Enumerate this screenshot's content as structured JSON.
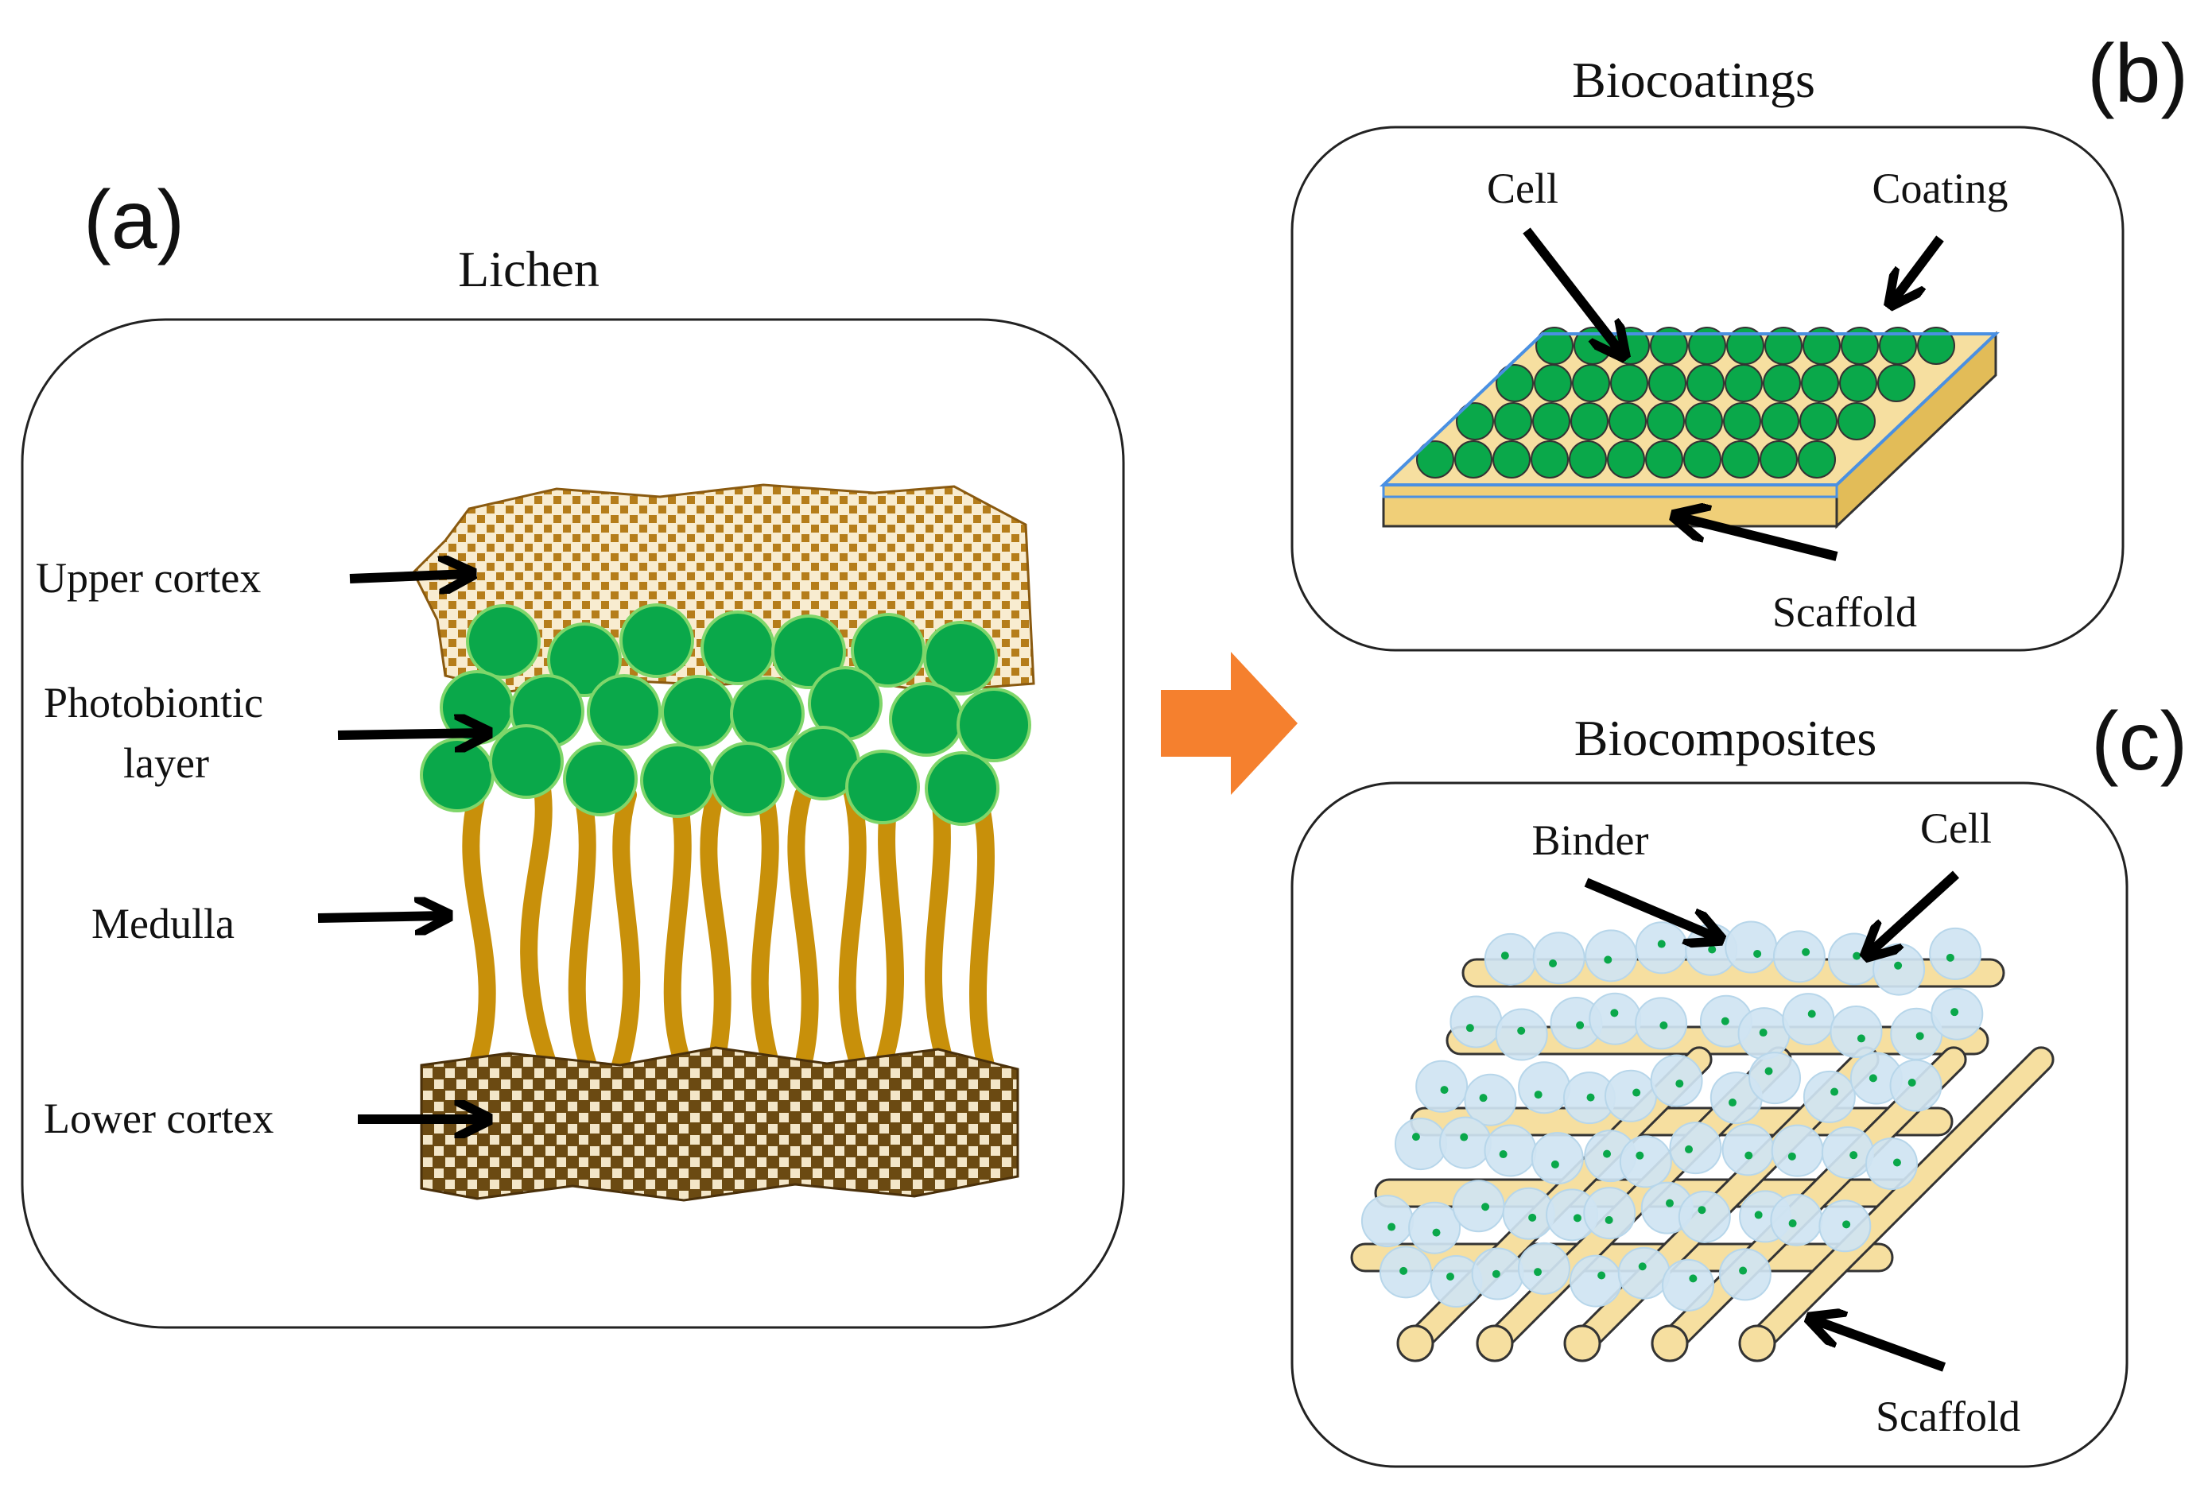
{
  "panel_a": {
    "letter": "(a)",
    "title": "Lichen",
    "labels": {
      "upper_cortex": "Upper cortex",
      "photobiontic_1": "Photobiontic",
      "photobiontic_2": "layer",
      "medulla": "Medulla",
      "lower_cortex": "Lower cortex"
    }
  },
  "panel_b": {
    "letter": "(b)",
    "title": "Biocoatings",
    "labels": {
      "cell": "Cell",
      "coating": "Coating",
      "scaffold": "Scaffold"
    }
  },
  "panel_c": {
    "letter": "(c)",
    "title": "Biocomposites",
    "labels": {
      "binder": "Binder",
      "cell": "Cell",
      "scaffold": "Scaffold"
    }
  },
  "colors": {
    "cell_green": "#0aa84a",
    "cell_stroke": "#7fd66a",
    "hyphae": "#c8900a",
    "upper_cortex": "#b57d1a",
    "lower_cortex": "#6b4a12",
    "scaffold": "#f6dfa0",
    "coating": "#4a90e2",
    "binder": "#cfe4f2",
    "transition_arrow": "#f5802e"
  }
}
